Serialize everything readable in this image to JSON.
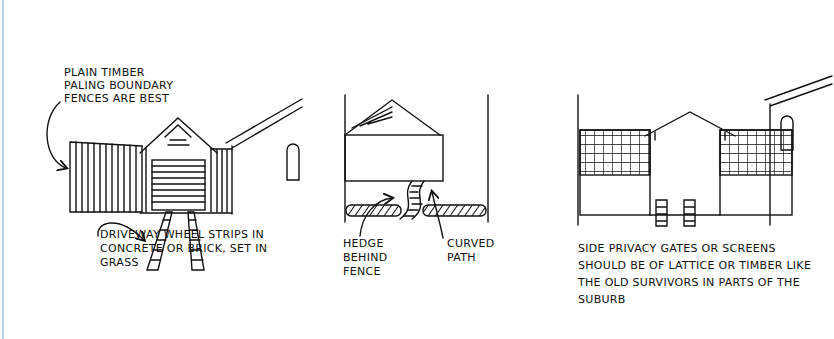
{
  "diagram": {
    "labels": [
      "PLAIN TIMBER PALING BOUNDARY FENCES ARE BEST",
      "DRIVEWAY WHEEL STRIPS IN CONCRETE OR BRICK, SET IN GRASS",
      "HEDGE BEHIND FENCE",
      "CURVED PATH",
      "SIDE PRIVACY GATES OR SCREENS SHOULD BE OF LATTICE OR TIMBER LIKE THE OLD SURVIVORS IN PARTS OF THE SUBURB"
    ]
  }
}
